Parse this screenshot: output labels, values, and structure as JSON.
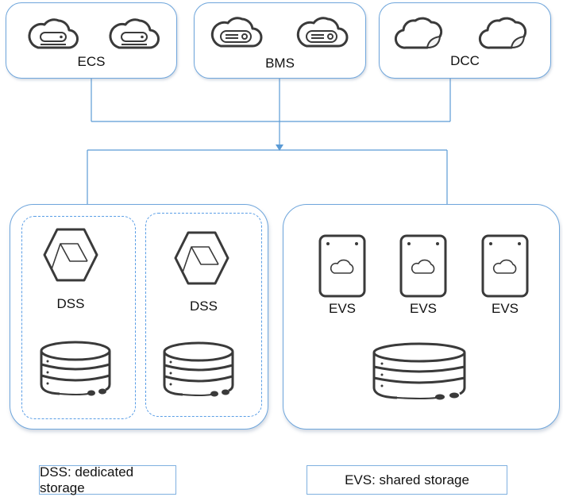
{
  "diagram": {
    "compute_services": [
      {
        "name": "ECS",
        "icon": "cloud-server-icon",
        "icon_count": 2
      },
      {
        "name": "BMS",
        "icon": "cloud-bare-metal-icon",
        "icon_count": 2
      },
      {
        "name": "DCC",
        "icon": "cloud-page-curl-icon",
        "icon_count": 2
      }
    ],
    "dedicated_group": {
      "units": [
        {
          "label": "DSS",
          "icon": "hexagon-cube-icon",
          "storage_icon": "storage-pool-icon"
        },
        {
          "label": "DSS",
          "icon": "hexagon-cube-icon",
          "storage_icon": "storage-pool-icon"
        }
      ]
    },
    "shared_group": {
      "disks": [
        {
          "label": "EVS",
          "icon": "cloud-disk-icon"
        },
        {
          "label": "EVS",
          "icon": "cloud-disk-icon"
        },
        {
          "label": "EVS",
          "icon": "cloud-disk-icon"
        }
      ],
      "storage_icon": "storage-pool-icon"
    },
    "legend": {
      "dss": "DSS: dedicated storage",
      "evs": "EVS: shared storage"
    },
    "colors": {
      "line": "#5b9bd5",
      "box_border": "#6fa6dc",
      "dash_border": "#5a9ee6",
      "icon_stroke": "#3a3a3a"
    }
  }
}
